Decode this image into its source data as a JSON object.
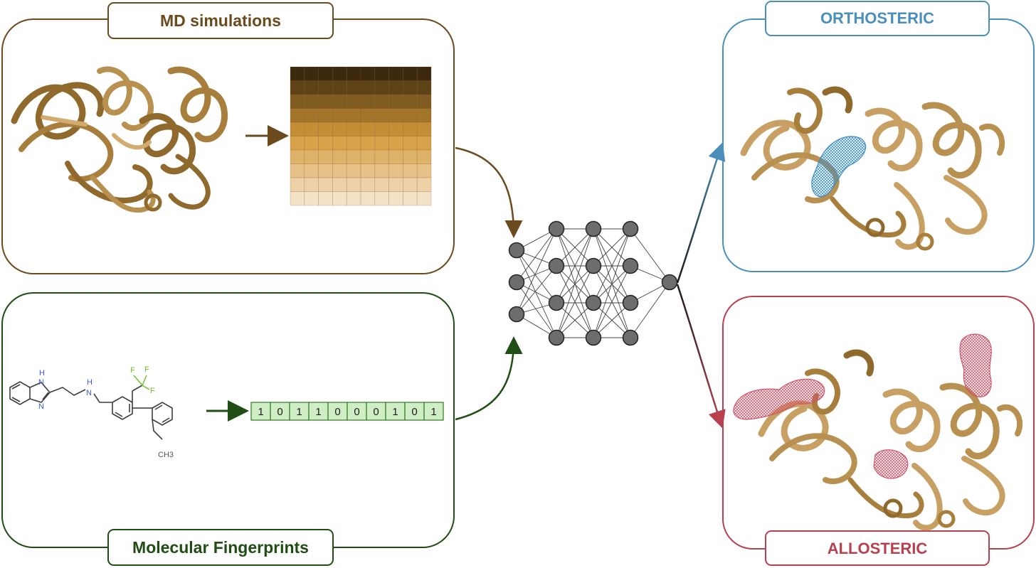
{
  "panels": {
    "md": {
      "label": "MD simulations",
      "color": "#6b4a1e"
    },
    "fingerprints": {
      "label": "Molecular Fingerprints",
      "color": "#1f4d14",
      "bits": [
        "1",
        "0",
        "1",
        "1",
        "0",
        "0",
        "0",
        "1",
        "0",
        "1"
      ]
    },
    "orthosteric": {
      "label": "ORTHOSTERIC",
      "color": "#4a8fba"
    },
    "allosteric": {
      "label": "ALLOSTERIC",
      "color": "#b8404f"
    }
  },
  "molecule": {
    "atoms": {
      "nh": "H",
      "n1": "N",
      "n2": "N",
      "amine_n": "N",
      "amine_h": "H",
      "f1": "F",
      "f2": "F",
      "f3": "F",
      "ch3": "CH3"
    }
  },
  "network": {
    "layers": [
      3,
      4,
      4,
      4,
      1
    ],
    "node_color": "#6d6d6d"
  },
  "colors": {
    "protein": "#c9a063",
    "protein_dark": "#8f6a2c",
    "heatmap_dark": "#3d2a0e",
    "heatmap_mid": "#d49a3a",
    "heatmap_light": "#f4e2c6",
    "bit_fill": "#cfeec5",
    "pocket_blue": "#5a9ecf",
    "pocket_red": "#d0566a"
  }
}
